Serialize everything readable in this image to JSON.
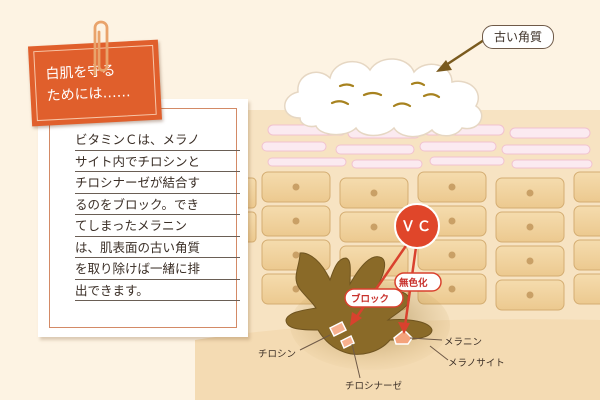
{
  "header_tag": {
    "line1": "白肌を守る",
    "line2": "ためには……"
  },
  "corneum_label": "古い角質",
  "explanation_lines": [
    "ビタミンＣは、メラノ",
    "サイト内でチロシンと",
    "チロシナーゼが結合す",
    "るのをブロック。でき",
    "てしまったメラニン",
    "は、肌表面の古い角質",
    "を取り除けば一緒に排",
    "出できます。"
  ],
  "vc_label": "ＶＣ",
  "block_label": "ブロック",
  "decolor_label": "無色化",
  "part_labels": {
    "tyrosine": "チロシン",
    "tyrosinase": "チロシナーゼ",
    "melanin": "メラニン",
    "melanocyte": "メラノサイト"
  },
  "colors": {
    "tag": "#e05f2c",
    "vc_circle": "#e0462a",
    "melanocyte": "#8a6a28",
    "cell_fill": "#f1d3a0",
    "arrow": "#d9412e",
    "corneum_arrow": "#7a5a1e"
  }
}
